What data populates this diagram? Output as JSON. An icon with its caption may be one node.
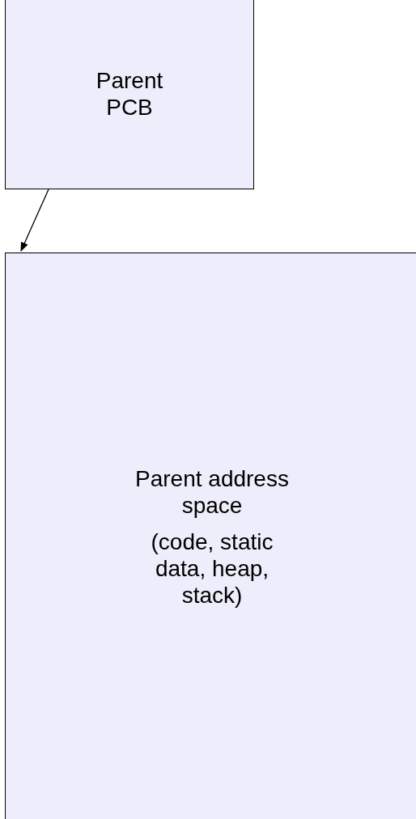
{
  "diagram": {
    "nodes": [
      {
        "text": [
          "Parent PCB"
        ]
      },
      {
        "text": [
          "Parent address space",
          "(code, static data, heap, stack)"
        ]
      }
    ],
    "edges": [
      {
        "from": 0,
        "to": 1,
        "arrow": "to"
      }
    ]
  }
}
